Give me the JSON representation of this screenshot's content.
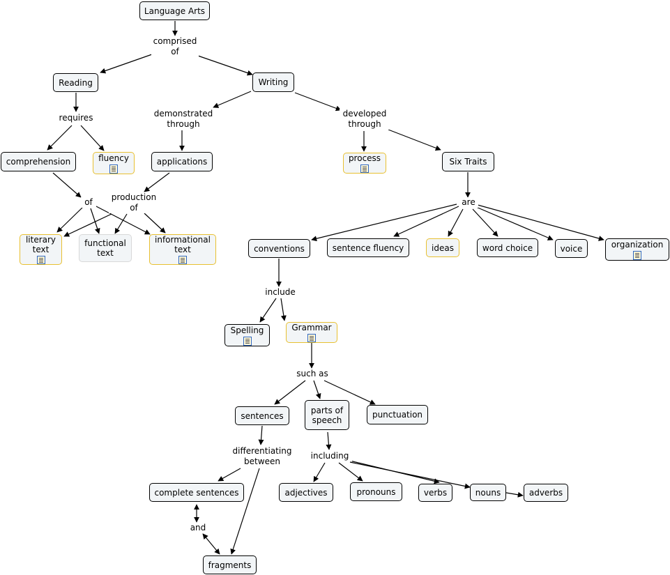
{
  "nodes": {
    "language_arts": "Language Arts",
    "reading": "Reading",
    "writing": "Writing",
    "comprehension": "comprehension",
    "fluency": "fluency",
    "applications": "applications",
    "process": "process",
    "six_traits": "Six Traits",
    "literary_text_1": "literary",
    "literary_text_2": "text",
    "functional_text_1": "functional",
    "functional_text_2": "text",
    "informational_text_1": "informational",
    "informational_text_2": "text",
    "conventions": "conventions",
    "sentence_fluency": "sentence fluency",
    "ideas": "ideas",
    "word_choice": "word choice",
    "voice": "voice",
    "organization": "organization",
    "spelling": "Spelling",
    "grammar": "Grammar",
    "sentences": "sentences",
    "parts_of_speech_1": "parts of",
    "parts_of_speech_2": "speech",
    "punctuation": "punctuation",
    "complete_sentences": "complete sentences",
    "fragments": "fragments",
    "adjectives": "adjectives",
    "pronouns": "pronouns",
    "verbs": "verbs",
    "nouns": "nouns",
    "adverbs": "adverbs"
  },
  "links": {
    "comprised_of_1": "comprised",
    "comprised_of_2": "of",
    "requires": "requires",
    "demonstrated_through_1": "demonstrated",
    "demonstrated_through_2": "through",
    "developed_through_1": "developed",
    "developed_through_2": "through",
    "of": "of",
    "production_of_1": "production",
    "production_of_2": "of",
    "are": "are",
    "include": "include",
    "such_as": "such as",
    "differentiating_between_1": "differentiating",
    "differentiating_between_2": "between",
    "including": "including",
    "and": "and"
  },
  "colors": {
    "node_fill": "#f2f5f7",
    "node_border": "#000000",
    "resource_border": "#e8c030",
    "line": "#000000"
  },
  "icons": {
    "resource": "document-icon"
  }
}
